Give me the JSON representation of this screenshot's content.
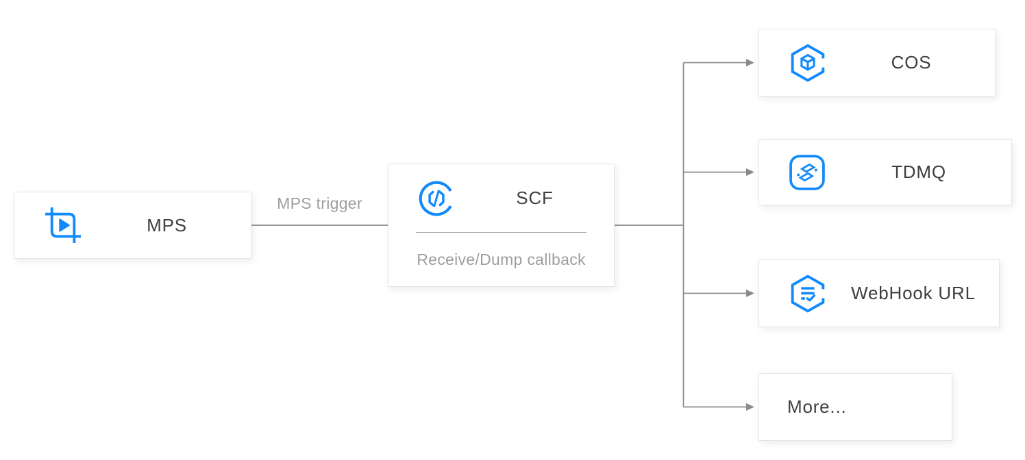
{
  "diagram": {
    "nodes": {
      "mps": {
        "label": "MPS",
        "icon": "mps-icon"
      },
      "scf": {
        "label": "SCF",
        "sublabel": "Receive/Dump callback",
        "icon": "scf-icon"
      },
      "cos": {
        "label": "COS",
        "icon": "cos-icon"
      },
      "tdmq": {
        "label": "TDMQ",
        "icon": "tdmq-icon"
      },
      "webhook": {
        "label": "WebHook URL",
        "icon": "webhook-icon"
      },
      "more": {
        "label": "More..."
      }
    },
    "edges": {
      "mps_to_scf": {
        "label": "MPS trigger"
      },
      "scf_to_targets": [
        "cos",
        "tdmq",
        "webhook",
        "more"
      ]
    }
  },
  "colors": {
    "icon-blue": "#128afc",
    "line-gray": "#8a8a8a",
    "title-text": "#3e3e3e",
    "muted-text": "#9e9e9e",
    "box-border": "#e4e4e4",
    "divider-gray": "#a5a5a5",
    "page-bg": "#ffffff"
  }
}
